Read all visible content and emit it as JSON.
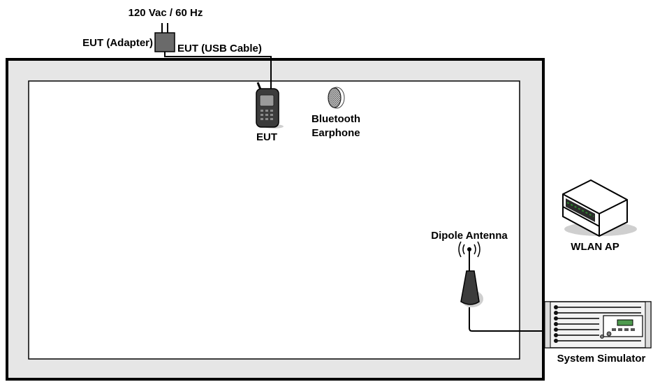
{
  "diagram": {
    "power_label": "120 Vac / 60 Hz",
    "adapter_label": "EUT (Adapter)",
    "usb_cable_label": "EUT (USB Cable)",
    "eut_label": "EUT",
    "bluetooth_label_line1": "Bluetooth",
    "bluetooth_label_line2": "Earphone",
    "wlan_label": "WLAN AP",
    "antenna_label": "Dipole Antenna",
    "simulator_label": "System Simulator"
  },
  "colors": {
    "chamber_outer": "#e6e6e6",
    "device_dark": "#3c3c3c",
    "adapter": "#6a6a6a",
    "router_body": "#ffffff",
    "router_led": "#2f8a2f"
  },
  "icons": [
    "power-plug-icon",
    "adapter-icon",
    "phone-icon",
    "earphone-icon",
    "router-icon",
    "antenna-icon",
    "simulator-icon"
  ]
}
